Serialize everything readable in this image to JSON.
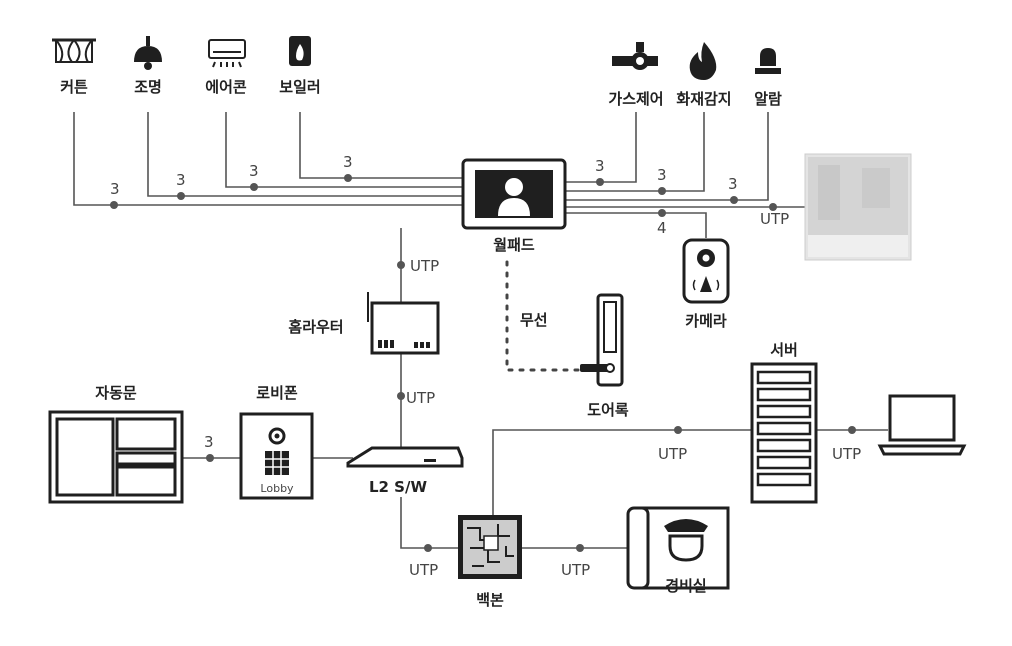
{
  "devices": {
    "curtain": "커튼",
    "lighting": "조명",
    "aircon": "에어콘",
    "boiler": "보일러",
    "gas": "가스제어",
    "fire": "화재감지",
    "alarm": "알람",
    "wallpad": "월패드",
    "camera": "카메라",
    "home_router": "홈라우터",
    "wireless": "무선",
    "door_lock": "도어록",
    "server": "서버",
    "auto_door": "자동문",
    "lobby_phone": "로비폰",
    "lobby_text": "Lobby",
    "l2_switch": "L2 S/W",
    "backbone": "백본",
    "guard_room": "경비실"
  },
  "wire_labels": {
    "three": "3",
    "four": "4",
    "utp": "UTP"
  },
  "colors": {
    "line": "#555555",
    "icon": "#1f1f1f",
    "monitor": "#d9d9d9"
  }
}
